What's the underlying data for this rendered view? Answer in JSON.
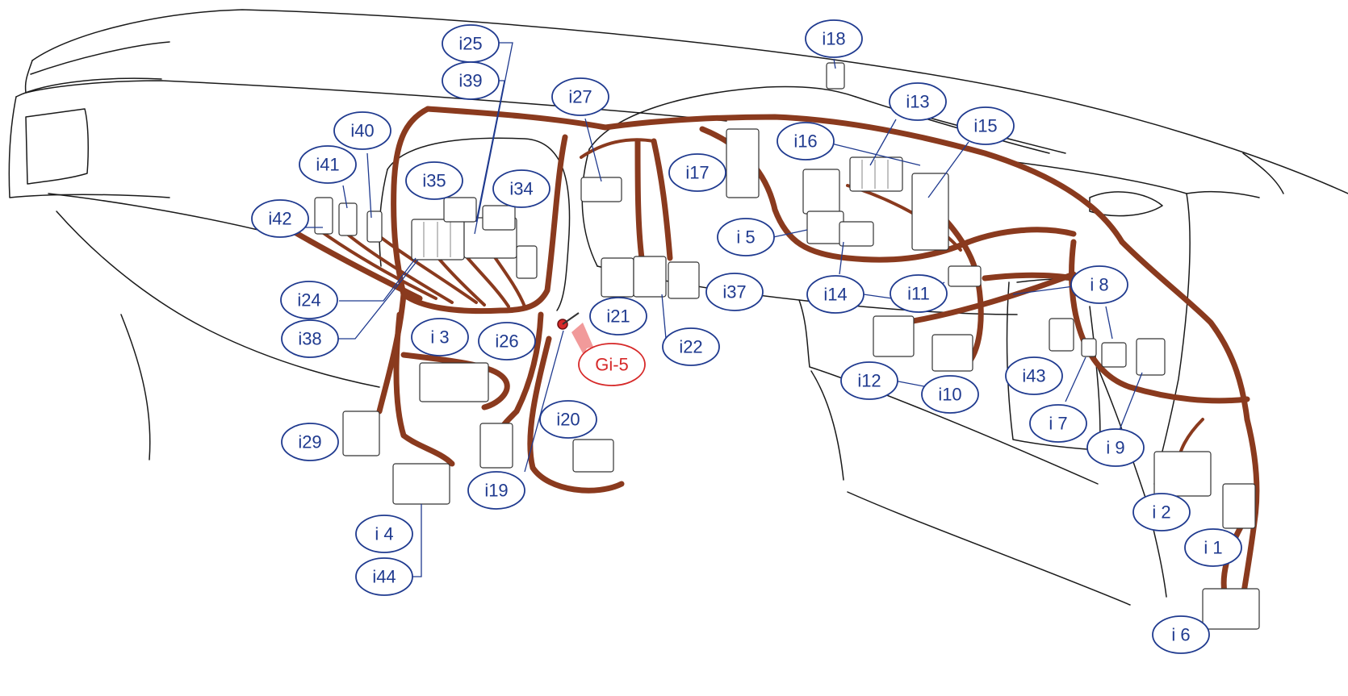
{
  "colors": {
    "callout": "#1f3a8f",
    "ground_callout": "#d62828",
    "harness": "#8a3a1e",
    "outline": "#1a1a1a"
  },
  "connectors": [
    {
      "id": "c-i25",
      "label": "i25"
    },
    {
      "id": "c-i39",
      "label": "i39"
    },
    {
      "id": "c-i27",
      "label": "i27"
    },
    {
      "id": "c-i18",
      "label": "i18"
    },
    {
      "id": "c-i13",
      "label": "i13"
    },
    {
      "id": "c-i15",
      "label": "i15"
    },
    {
      "id": "c-i16",
      "label": "i16"
    },
    {
      "id": "c-i40",
      "label": "i40"
    },
    {
      "id": "c-i41",
      "label": "i41"
    },
    {
      "id": "c-i35",
      "label": "i35"
    },
    {
      "id": "c-i34",
      "label": "i34"
    },
    {
      "id": "c-i17",
      "label": "i17"
    },
    {
      "id": "c-i42",
      "label": "i42"
    },
    {
      "id": "c-i5",
      "label": "i 5"
    },
    {
      "id": "c-i8",
      "label": "i 8"
    },
    {
      "id": "c-i37",
      "label": "i37"
    },
    {
      "id": "c-i14",
      "label": "i14"
    },
    {
      "id": "c-i11",
      "label": "i11"
    },
    {
      "id": "c-i24",
      "label": "i24"
    },
    {
      "id": "c-i21",
      "label": "i21"
    },
    {
      "id": "c-i38",
      "label": "i38"
    },
    {
      "id": "c-i3",
      "label": "i 3"
    },
    {
      "id": "c-i26",
      "label": "i26"
    },
    {
      "id": "c-i22",
      "label": "i22"
    },
    {
      "id": "c-i43",
      "label": "i43"
    },
    {
      "id": "c-i12",
      "label": "i12"
    },
    {
      "id": "c-i10",
      "label": "i10"
    },
    {
      "id": "c-i20",
      "label": "i20"
    },
    {
      "id": "c-i7",
      "label": "i 7"
    },
    {
      "id": "c-i29",
      "label": "i29"
    },
    {
      "id": "c-i9",
      "label": "i 9"
    },
    {
      "id": "c-i19",
      "label": "i19"
    },
    {
      "id": "c-i2",
      "label": "i 2"
    },
    {
      "id": "c-i4",
      "label": "i 4"
    },
    {
      "id": "c-i1",
      "label": "i 1"
    },
    {
      "id": "c-i44",
      "label": "i44"
    },
    {
      "id": "c-i6",
      "label": "i 6"
    }
  ],
  "ground": {
    "id": "c-gi5",
    "label": "Gi-5"
  }
}
